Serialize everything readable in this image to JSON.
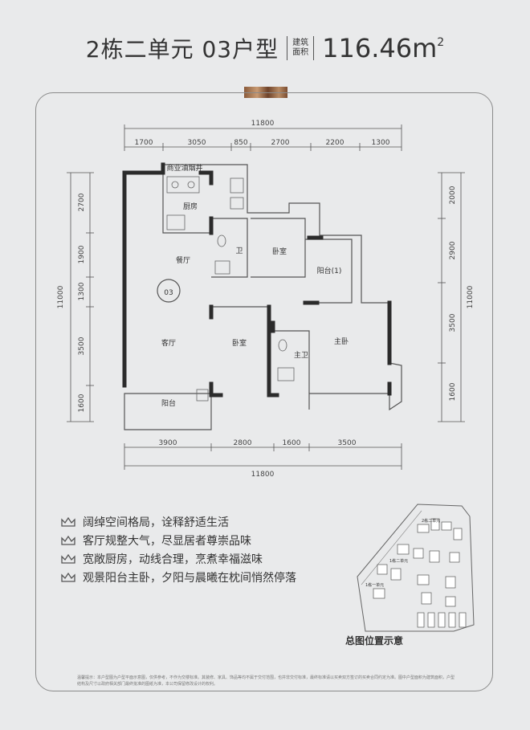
{
  "header": {
    "unit_title": "2栋二单元 03户型",
    "area_tag_line1": "建筑",
    "area_tag_line2": "面积",
    "area_value": "116.46m",
    "area_unit_sup": "2"
  },
  "plan": {
    "unit_badge": "03",
    "top_total": "11800",
    "top_dims": [
      "1700",
      "3050",
      "850",
      "2700",
      "2200",
      "1300"
    ],
    "bottom_total": "11800",
    "bottom_dims": [
      "3900",
      "2800",
      "1600",
      "3500"
    ],
    "left_total": "11000",
    "left_dims": [
      "2700",
      "1900",
      "1300",
      "3500",
      "1600"
    ],
    "right_total": "11000",
    "right_dims": [
      "2000",
      "2900",
      "3500",
      "1600"
    ],
    "rooms": {
      "shaft": "商业油烟井",
      "kitchen": "厨房",
      "dining": "餐厅",
      "bath": "卫",
      "bedroom_top": "卧室",
      "balcony1": "阳台(1)",
      "living": "客厅",
      "bedroom_mid": "卧室",
      "master_bath": "主卫",
      "master": "主卧",
      "balcony": "阳台"
    }
  },
  "features": [
    "阔绰空间格局，诠释舒适生活",
    "客厅规整大气，尽显居者尊崇品味",
    "宽敞厨房，动线合理，烹煮幸福滋味",
    "观景阳台主卧，夕阳与晨曦在枕间悄然停落"
  ],
  "site_plan": {
    "title": "总图位置示意",
    "label_2": "2栋二单元",
    "label_1": "1栋二单元",
    "label_1b": "1栋一单元"
  },
  "footnote": "温馨提示：本户型图为户型平面示意图，仅供参考，不作为交楼标准。其装修、家具、饰品等均不属于交付范围，也并非交付标准，最终标准请以买卖双方签订的买卖合同约定为准。图中户型面积为建筑面积，户型结构及尺寸以政府相关部门最终批准的图纸为准，本公司保留修改设计的权利。"
}
